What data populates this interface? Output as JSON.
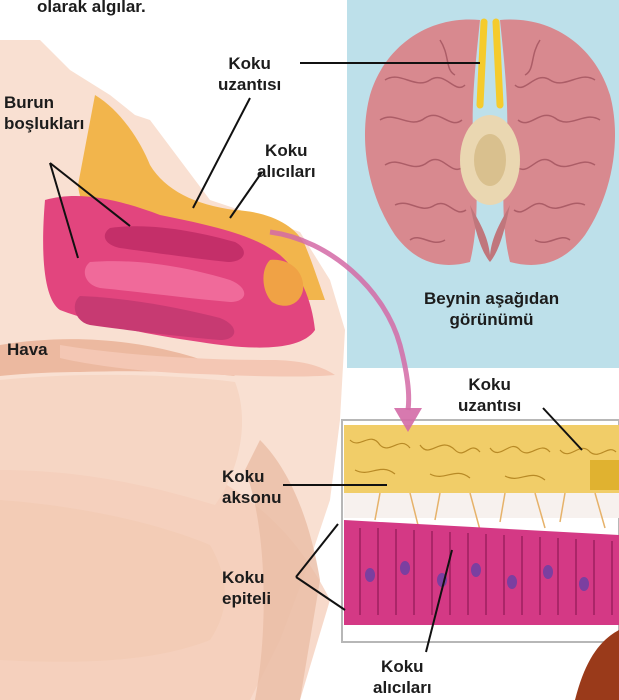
{
  "header_fragment": "olarak algılar.",
  "labels": {
    "burun_bosluklari": [
      "Burun",
      "boşlukları"
    ],
    "koku_uzantisi_top": [
      "Koku",
      "uzantısı"
    ],
    "koku_alicilari_top": [
      "Koku",
      "alıcıları"
    ],
    "hava": "Hava",
    "beyin_caption": [
      "Beynin aşağıdan",
      "görünümü"
    ],
    "koku_uzantisi_right": [
      "Koku",
      "uzantısı"
    ],
    "koku_aksonu": [
      "Koku",
      "aksonu"
    ],
    "koku_epiteli": [
      "Koku",
      "epiteli"
    ],
    "koku_alicilari_bottom": [
      "Koku",
      "alıcıları"
    ]
  },
  "colors": {
    "nasal_pink": "#e2457e",
    "bone_orange": "#f1b34a",
    "face_skin": "#f8dccb",
    "brain_panel": "#b9dce8",
    "brain_tissue": "#d88f93",
    "nerve_yellow": "#f5cb2c",
    "epithelium_magenta": "#d43985",
    "arrow_pink": "#d36aa6"
  }
}
